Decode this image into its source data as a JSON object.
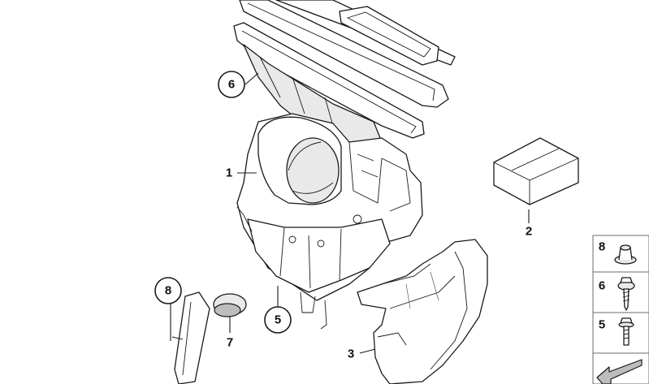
{
  "callouts": {
    "c6_top": "6",
    "c5_bottom": "5",
    "c8_left": "8"
  },
  "labels": {
    "l1": "1",
    "l2": "2",
    "l3": "3",
    "l7": "7"
  },
  "side_panel": {
    "items": [
      "8",
      "6",
      "5"
    ]
  }
}
